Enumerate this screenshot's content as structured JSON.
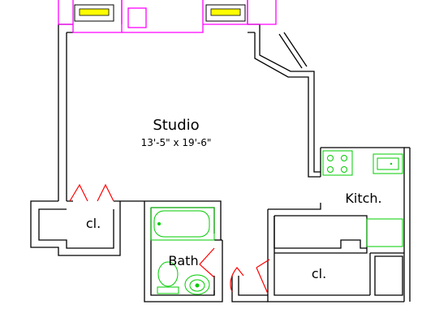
{
  "rooms": {
    "studio_name": "Studio",
    "studio_dims": "13'-5\" x 19'-6\"",
    "closet_left": "cl.",
    "bath": "Bath",
    "kitchen": "Kitch.",
    "closet_right": "cl."
  },
  "colors": {
    "wall": "#000000",
    "door_swing": "#ff0000",
    "fixtures_green": "#00cc00",
    "window_magenta": "#ff00ff",
    "window_glass": "#ffff00"
  }
}
